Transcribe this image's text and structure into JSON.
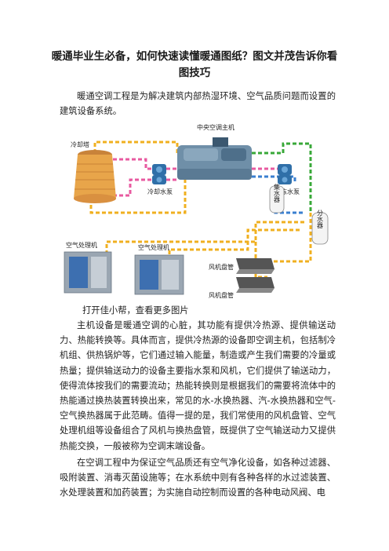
{
  "article": {
    "title_line1": "暖通毕业生必备，如何快速读懂暖通图纸？图文并茂告诉你看",
    "title_line2": "图技巧",
    "intro": "暖通空调工程是为解决建筑内部热湿环境、空气品质问题而设置的建筑设备系统。",
    "caption": "打开佳小帮，查看更多图片",
    "body1": "主机设备是暖通空调的心脏，其功能有提供冷热源、提供输送动力、热能转换等。具体而言，提供冷热源的设备即空调主机，包括制冷机组、供热锅炉等，它们通过输入能量，制造或产生我们需要的冷量或热量；提供输送动力的设备主要指水泵和风机，它们提供了输送动力，使得流体按我们的需要流动；热能转换则是根据我们的需要将流体中的热能通过换热装置转换出来，常见的水-水换热器、汽-水换热器和空气-空气换热器属于此范畴。值得一提的是，我们常使用的风机盘管、空气处理机组等设备组合了风机与换热盘管，既提供了空气输送动力又提供热能交换，一般被称为空调末端设备。",
    "body2": "在空调工程中为保证空气品质还有空气净化设备，如各种过滤器、吸附装置、消毒灭菌设施等；在水系统中则有各种各样的水过滤装置、水处理装置和加药装置；为实施自动控制而设置的各种电动风阀、电"
  },
  "diagram": {
    "labels": {
      "central_ac_unit": "中央空调主机",
      "cooling_tower": "冷却塔",
      "cooling_pump": "冷却水泵",
      "chilled_pump": "冷冻水泵",
      "expansion_tank": "集水器",
      "distributor": "分水器",
      "ahu_1": "空气处理机",
      "ahu_2": "空气处理机",
      "fcu_1": "风机盘管",
      "fcu_2": "风机盘管"
    },
    "colors": {
      "pipe_yellow": "#f0b020",
      "pipe_pink": "#e85aa0",
      "pipe_green": "#38a838",
      "pipe_blue": "#3a7fd0",
      "tower_body": "#e8a54a",
      "chiller_body": "#6f8fa8"
    }
  }
}
